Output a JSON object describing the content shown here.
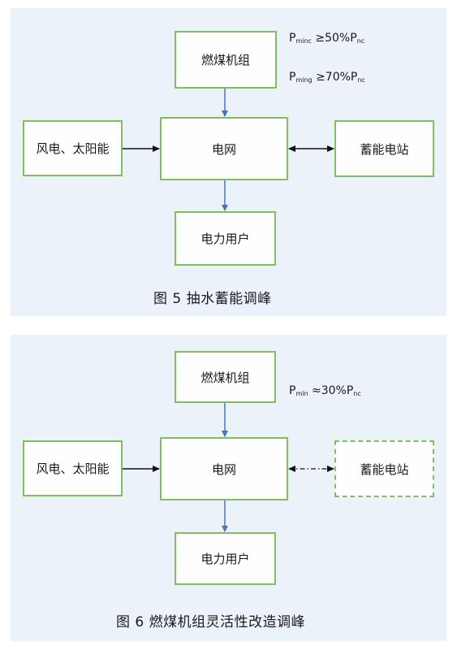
{
  "figure5": {
    "boxes": {
      "coal": "燃煤机组",
      "renewables": "风电、太阳能",
      "grid": "电网",
      "storage": "蓄能电站",
      "users": "电力用户"
    },
    "formula_1": {
      "p": "P",
      "sub1": "minc",
      "op": " ≥50%P",
      "sub2": "nc"
    },
    "formula_2": {
      "p": "P",
      "sub1": "ming",
      "op": " ≥70%P",
      "sub2": "nc"
    },
    "caption": "图 5   抽水蓄能调峰"
  },
  "figure6": {
    "boxes": {
      "coal": "燃煤机组",
      "renewables": "风电、太阳能",
      "grid": "电网",
      "storage": "蓄能电站",
      "users": "电力用户"
    },
    "formula_1": {
      "p": "P",
      "sub1": "min",
      "op": " ≈30%P",
      "sub2": "nc"
    },
    "caption": "图 6   燃煤机组灵活性改造调峰"
  },
  "colors": {
    "panel_bg": "#ecf2fa",
    "box_border": "#7fbf60",
    "arrow_blue": "#4a73b8",
    "arrow_black": "#111111"
  }
}
